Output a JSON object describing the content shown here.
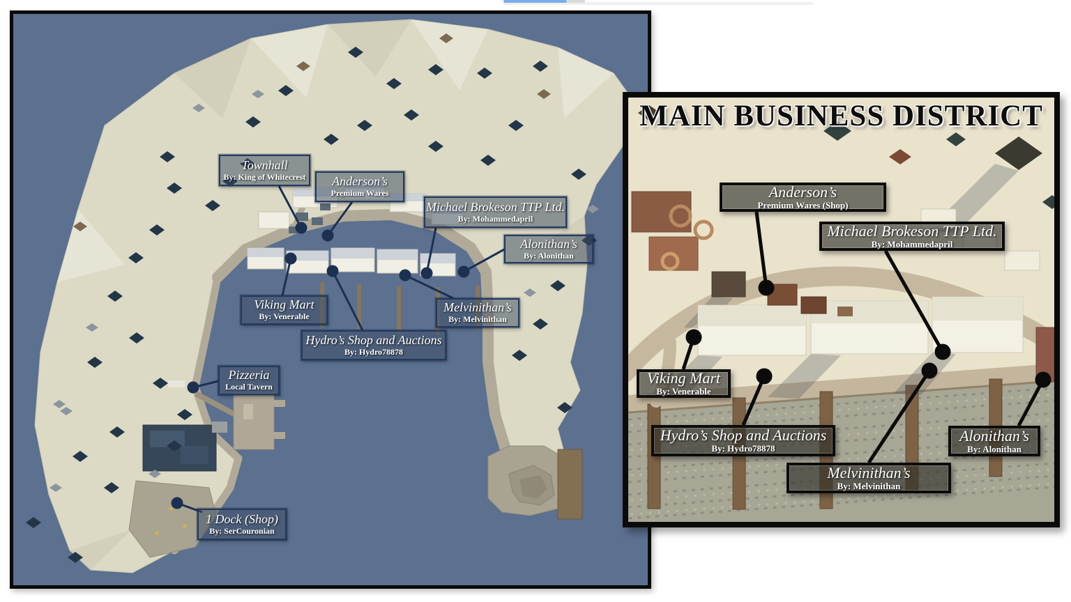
{
  "colors": {
    "sea": "#5c7090",
    "island_land": "#dcdac5",
    "coast_road": "#b2aa98",
    "tree_dark": "#233648",
    "inset_land": "#e9e3cc",
    "inset_water": "#a8a795",
    "inset_road": "#c6b89e",
    "pier_brown": "#7d6246",
    "panel_border": "#0a0a0a",
    "map_label_fill": "rgba(58,74,96,0.5)",
    "map_label_border": "#203a63",
    "map_leader_line": "#1c3052",
    "inset_label_fill": "rgba(44,44,38,0.62)",
    "inset_label_border": "#0c0c0c",
    "inset_leader_line": "#0b0b0b",
    "scrollbar_accent": "#79afe9"
  },
  "scrollbar_fragment": {},
  "main_map": {
    "labels": [
      {
        "title": "Townhall",
        "subtitle": "By: King of Whitecrest"
      },
      {
        "title": "Anderson’s",
        "subtitle": "Premium Wares"
      },
      {
        "title": "Michael Brokeson TTP Ltd.",
        "subtitle": "By: Mohammedapril"
      },
      {
        "title": "Alonithan’s",
        "subtitle": "By: Alonithan"
      },
      {
        "title": "Viking Mart",
        "subtitle": "By: Venerable"
      },
      {
        "title": "Melvinithan’s",
        "subtitle": "By: Melvinithan"
      },
      {
        "title": "Hydro’s Shop and Auctions",
        "subtitle": "By: Hydro78878"
      },
      {
        "title": "Pizzeria",
        "subtitle": "Local Tavern"
      },
      {
        "title": "1 Dock (Shop)",
        "subtitle": "By: SerCouronian"
      }
    ]
  },
  "inset": {
    "title": "MAIN BUSINESS DISTRICT",
    "labels": [
      {
        "title": "Anderson’s",
        "subtitle": "Premium Wares (Shop)"
      },
      {
        "title": "Michael Brokeson TTP Ltd.",
        "subtitle": "By: Mohammedapril"
      },
      {
        "title": "Viking Mart",
        "subtitle": "By: Venerable"
      },
      {
        "title": "Hydro’s Shop and Auctions",
        "subtitle": "By: Hydro78878"
      },
      {
        "title": "Melvinithan’s",
        "subtitle": "By: Melvinithan"
      },
      {
        "title": "Alonithan’s",
        "subtitle": "By: Alonithan"
      }
    ]
  }
}
